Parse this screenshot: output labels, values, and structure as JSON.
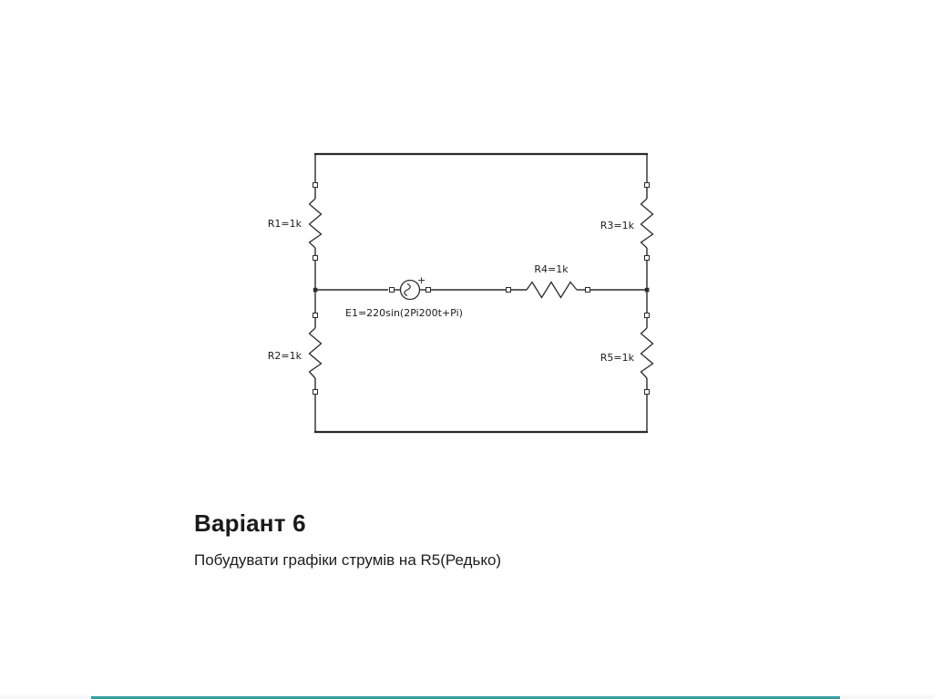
{
  "slide": {
    "title": "Варіант 6",
    "subtitle": "Побудувати графіки струмів на R5(Редько)"
  },
  "circuit": {
    "labels": {
      "r1": "R1=1k",
      "r2": "R2=1k",
      "r3": "R3=1k",
      "r4": "R4=1k",
      "r5": "R5=1k",
      "e1": "E1=220sin(2Pi200t+Pi)",
      "source_polarity": "+"
    },
    "wire_color": "#2b2b2b",
    "label_color": "#1c1c1e"
  },
  "footer": {
    "progress_color": "#35a0a0"
  }
}
